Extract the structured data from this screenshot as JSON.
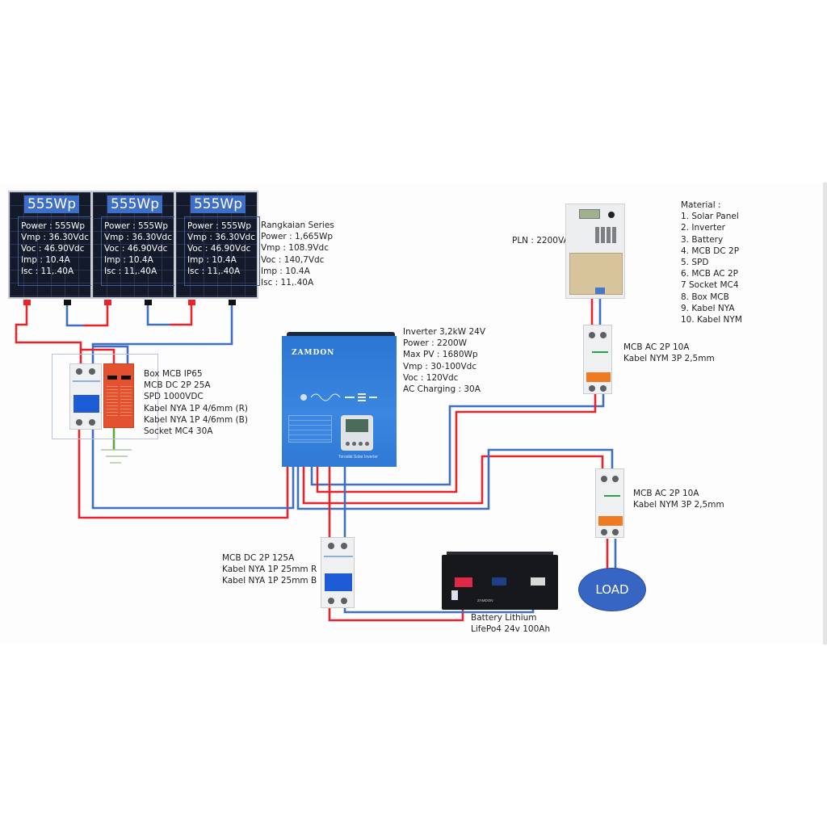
{
  "solar_panels": [
    {
      "title": "555Wp",
      "specs": [
        "Power : 555Wp",
        "Vmp : 36.30Vdc",
        "Voc : 46.90Vdc",
        "Imp : 10.4A",
        "Isc : 11,.40A"
      ]
    },
    {
      "title": "555Wp",
      "specs": [
        "Power : 555Wp",
        "Vmp : 36.30Vdc",
        "Voc : 46.90Vdc",
        "Imp : 10.4A",
        "Isc : 11,.40A"
      ]
    },
    {
      "title": "555Wp",
      "specs": [
        "Power : 555Wp",
        "Vmp : 36.30Vdc",
        "Voc : 46.90Vdc",
        "Imp : 10.4A",
        "Isc : 11,.40A"
      ]
    }
  ],
  "series_info": [
    "Rangkaian Series",
    "Power : 1,665Wp",
    "Vmp : 108.9Vdc",
    "Voc : 140,7Vdc",
    "Imp : 10.4A",
    "Isc : 11,.40A"
  ],
  "box_mcb_info": [
    "Box MCB IP65",
    "MCB DC 2P 25A",
    "SPD 1000VDC",
    "Kabel NYA 1P 4/6mm (R)",
    "Kabel NYA 1P 4/6mm (B)",
    "Socket MC4 30A"
  ],
  "inverter": {
    "brand": "ZAMDON",
    "front_label": "Toroidal Solar Inverter",
    "info": [
      "Inverter 3,2kW 24V",
      "Power : 2200W",
      "Max PV : 1680Wp",
      "Vmp : 30-100Vdc",
      "Voc : 120Vdc",
      "AC Charging : 30A"
    ]
  },
  "pln": {
    "label": "PLN : 2200VA"
  },
  "materials": {
    "title": "Material :",
    "items": [
      "1. Solar Panel",
      "2. Inverter",
      "3. Battery",
      "4. MCB DC 2P",
      "5. SPD",
      "6. MCB AC 2P",
      "7 Socket MC4",
      "8. Box MCB",
      "9. Kabel NYA",
      "10. Kabel NYM"
    ]
  },
  "mcb_ac_grid": [
    "MCB AC 2P 10A",
    "Kabel NYM 3P 2,5mm"
  ],
  "mcb_ac_load": [
    "MCB AC 2P 10A",
    "Kabel NYM 3P 2,5mm"
  ],
  "mcb_dc_battery": [
    "MCB DC 2P 125A",
    "Kabel NYA 1P 25mm R",
    "Kabel NYA 1P 25mm B"
  ],
  "battery": {
    "brand": "ZAMDON",
    "info": [
      "Battery Lithium",
      "LifePo4 24v 100Ah"
    ]
  },
  "load": {
    "label": "LOAD"
  },
  "colors": {
    "positive_wire": "#e8242a",
    "negative_wire": "#3f6fbf",
    "ground_wire": "#5cab3c",
    "panel_title_bg": "#3d6fc8",
    "inverter_body": "#2f7cd8",
    "load_fill": "#3765c4"
  }
}
